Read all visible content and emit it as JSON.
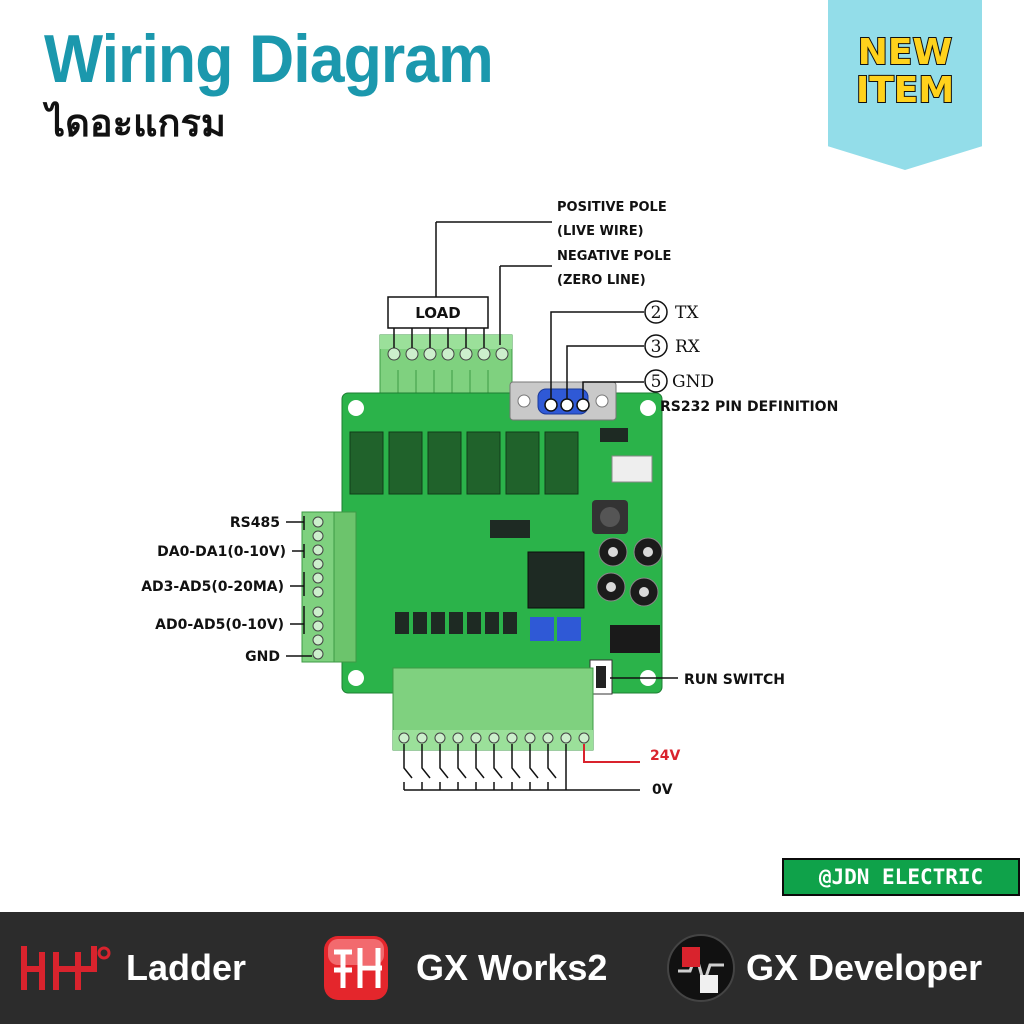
{
  "header": {
    "title": "Wiring Diagram",
    "subtitle": "ไดอะแกรม"
  },
  "badge": {
    "line1": "NEW",
    "line2": "ITEM"
  },
  "diagram": {
    "labels": {
      "positive_pole": "POSITIVE POLE",
      "live_wire": "(LIVE WIRE)",
      "negative_pole": "NEGATIVE POLE",
      "zero_line": "(ZERO LINE)",
      "load": "LOAD",
      "tx_num": "2",
      "tx": "TX",
      "rx_num": "3",
      "rx": "RX",
      "gnd_num": "5",
      "gnd": "GND",
      "rs232": "RS232 PIN DEFINITION",
      "rs485": "RS485",
      "da": "DA0-DA1(0-10V)",
      "ad_ma": "AD3-AD5(0-20MA)",
      "ad_v": "AD0-AD5(0-10V)",
      "gnd_left": "GND",
      "run_switch": "RUN SWITCH",
      "v24": "24V",
      "v0": "0V"
    }
  },
  "watermark": "@JDN ELECTRIC",
  "footer": {
    "items": [
      {
        "icon": "ladder-icon",
        "label": "Ladder"
      },
      {
        "icon": "gx-works2-icon",
        "label": "GX Works2"
      },
      {
        "icon": "gx-developer-icon",
        "label": "GX Developer"
      }
    ]
  },
  "colors": {
    "title": "#1b98ad",
    "ribbon": "#93dde9",
    "pcb": "#2bb34a",
    "terminal": "#7fd17f",
    "footer": "#2c2c2c",
    "accent_red": "#d9232d",
    "brand_green": "#0fa24a"
  }
}
